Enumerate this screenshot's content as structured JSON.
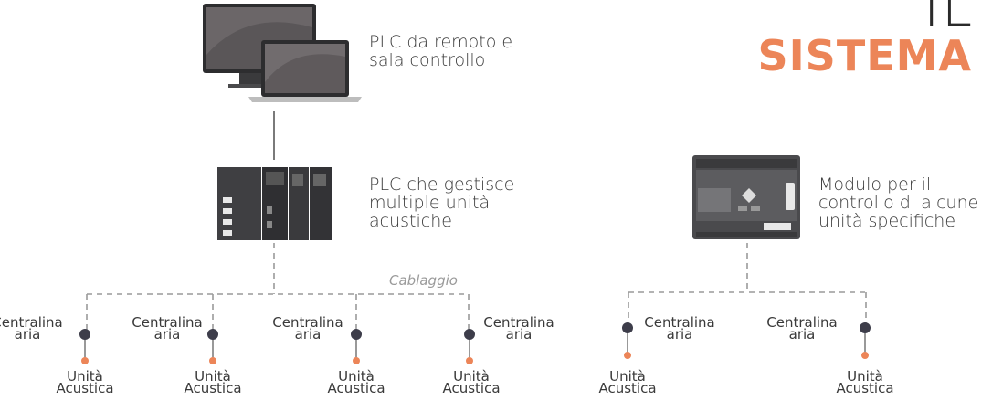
{
  "title": {
    "line1": "IL",
    "line2": "SISTEMA"
  },
  "colors": {
    "accent": "#ec8558",
    "dark_node": "#3d3d4a",
    "dash": "#9a9a9a"
  },
  "computer": {
    "desc_line1": "PLC da remoto e",
    "desc_line2": "sala controllo"
  },
  "plc": {
    "desc_line1": "PLC che gestisce",
    "desc_line2": "multiple unità",
    "desc_line3": "acustiche"
  },
  "module": {
    "desc_line1": "Modulo per il",
    "desc_line2": "controllo di alcune",
    "desc_line3": "unità specifiche"
  },
  "cabling_label": "Cablaggio",
  "left_units": [
    {
      "centralina_1": "Centralina",
      "centralina_2": "aria",
      "unita_1": "Unità",
      "unita_2": "Acustica"
    },
    {
      "centralina_1": "Centralina",
      "centralina_2": "aria",
      "unita_1": "Unità",
      "unita_2": "Acustica"
    },
    {
      "centralina_1": "Centralina",
      "centralina_2": "aria",
      "unita_1": "Unità",
      "unita_2": "Acustica"
    },
    {
      "centralina_1": "Centralina",
      "centralina_2": "aria",
      "unita_1": "Unità",
      "unita_2": "Acustica"
    }
  ],
  "right_units": [
    {
      "centralina_1": "Centralina",
      "centralina_2": "aria",
      "unita_1": "Unità",
      "unita_2": "Acustica"
    },
    {
      "centralina_1": "Centralina",
      "centralina_2": "aria",
      "unita_1": "Unità",
      "unita_2": "Acustica"
    }
  ]
}
